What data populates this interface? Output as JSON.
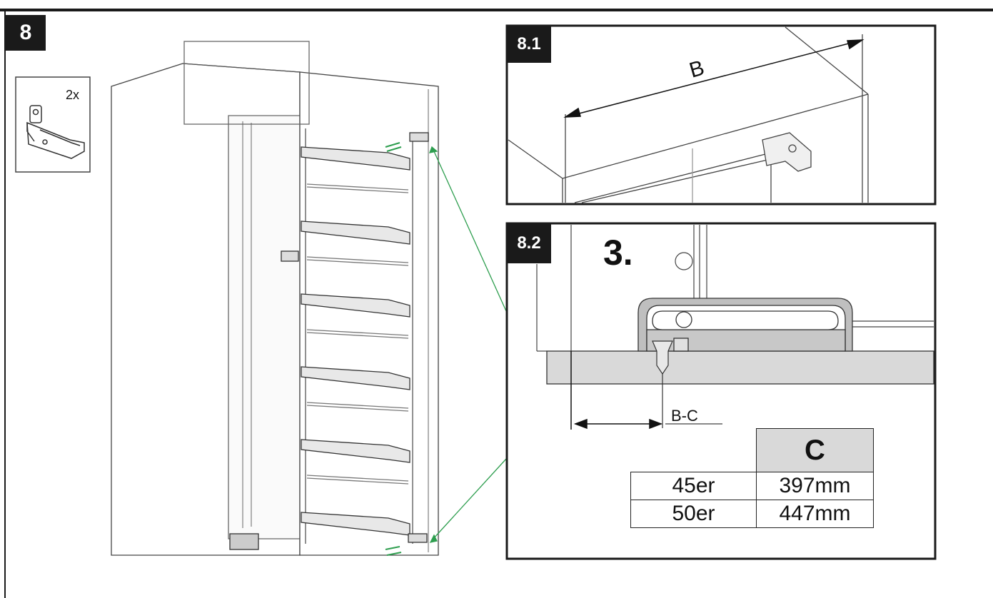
{
  "step": "8",
  "parts": {
    "quantity": "2x",
    "icon": "bracket-clip-icon"
  },
  "detail_8_1": {
    "label": "8.1",
    "dimension": "B"
  },
  "detail_8_2": {
    "label": "8.2",
    "step_text": "3.",
    "dimension": "B-C",
    "table": {
      "header": "C",
      "rows": [
        {
          "label": "45er",
          "value": "397mm"
        },
        {
          "label": "50er",
          "value": "447mm"
        }
      ]
    }
  },
  "colors": {
    "ink": "#1a1a1a",
    "arrow": "#2e9e4f",
    "bracket": "#c8c8c8",
    "panel": "#d9d9d9"
  }
}
